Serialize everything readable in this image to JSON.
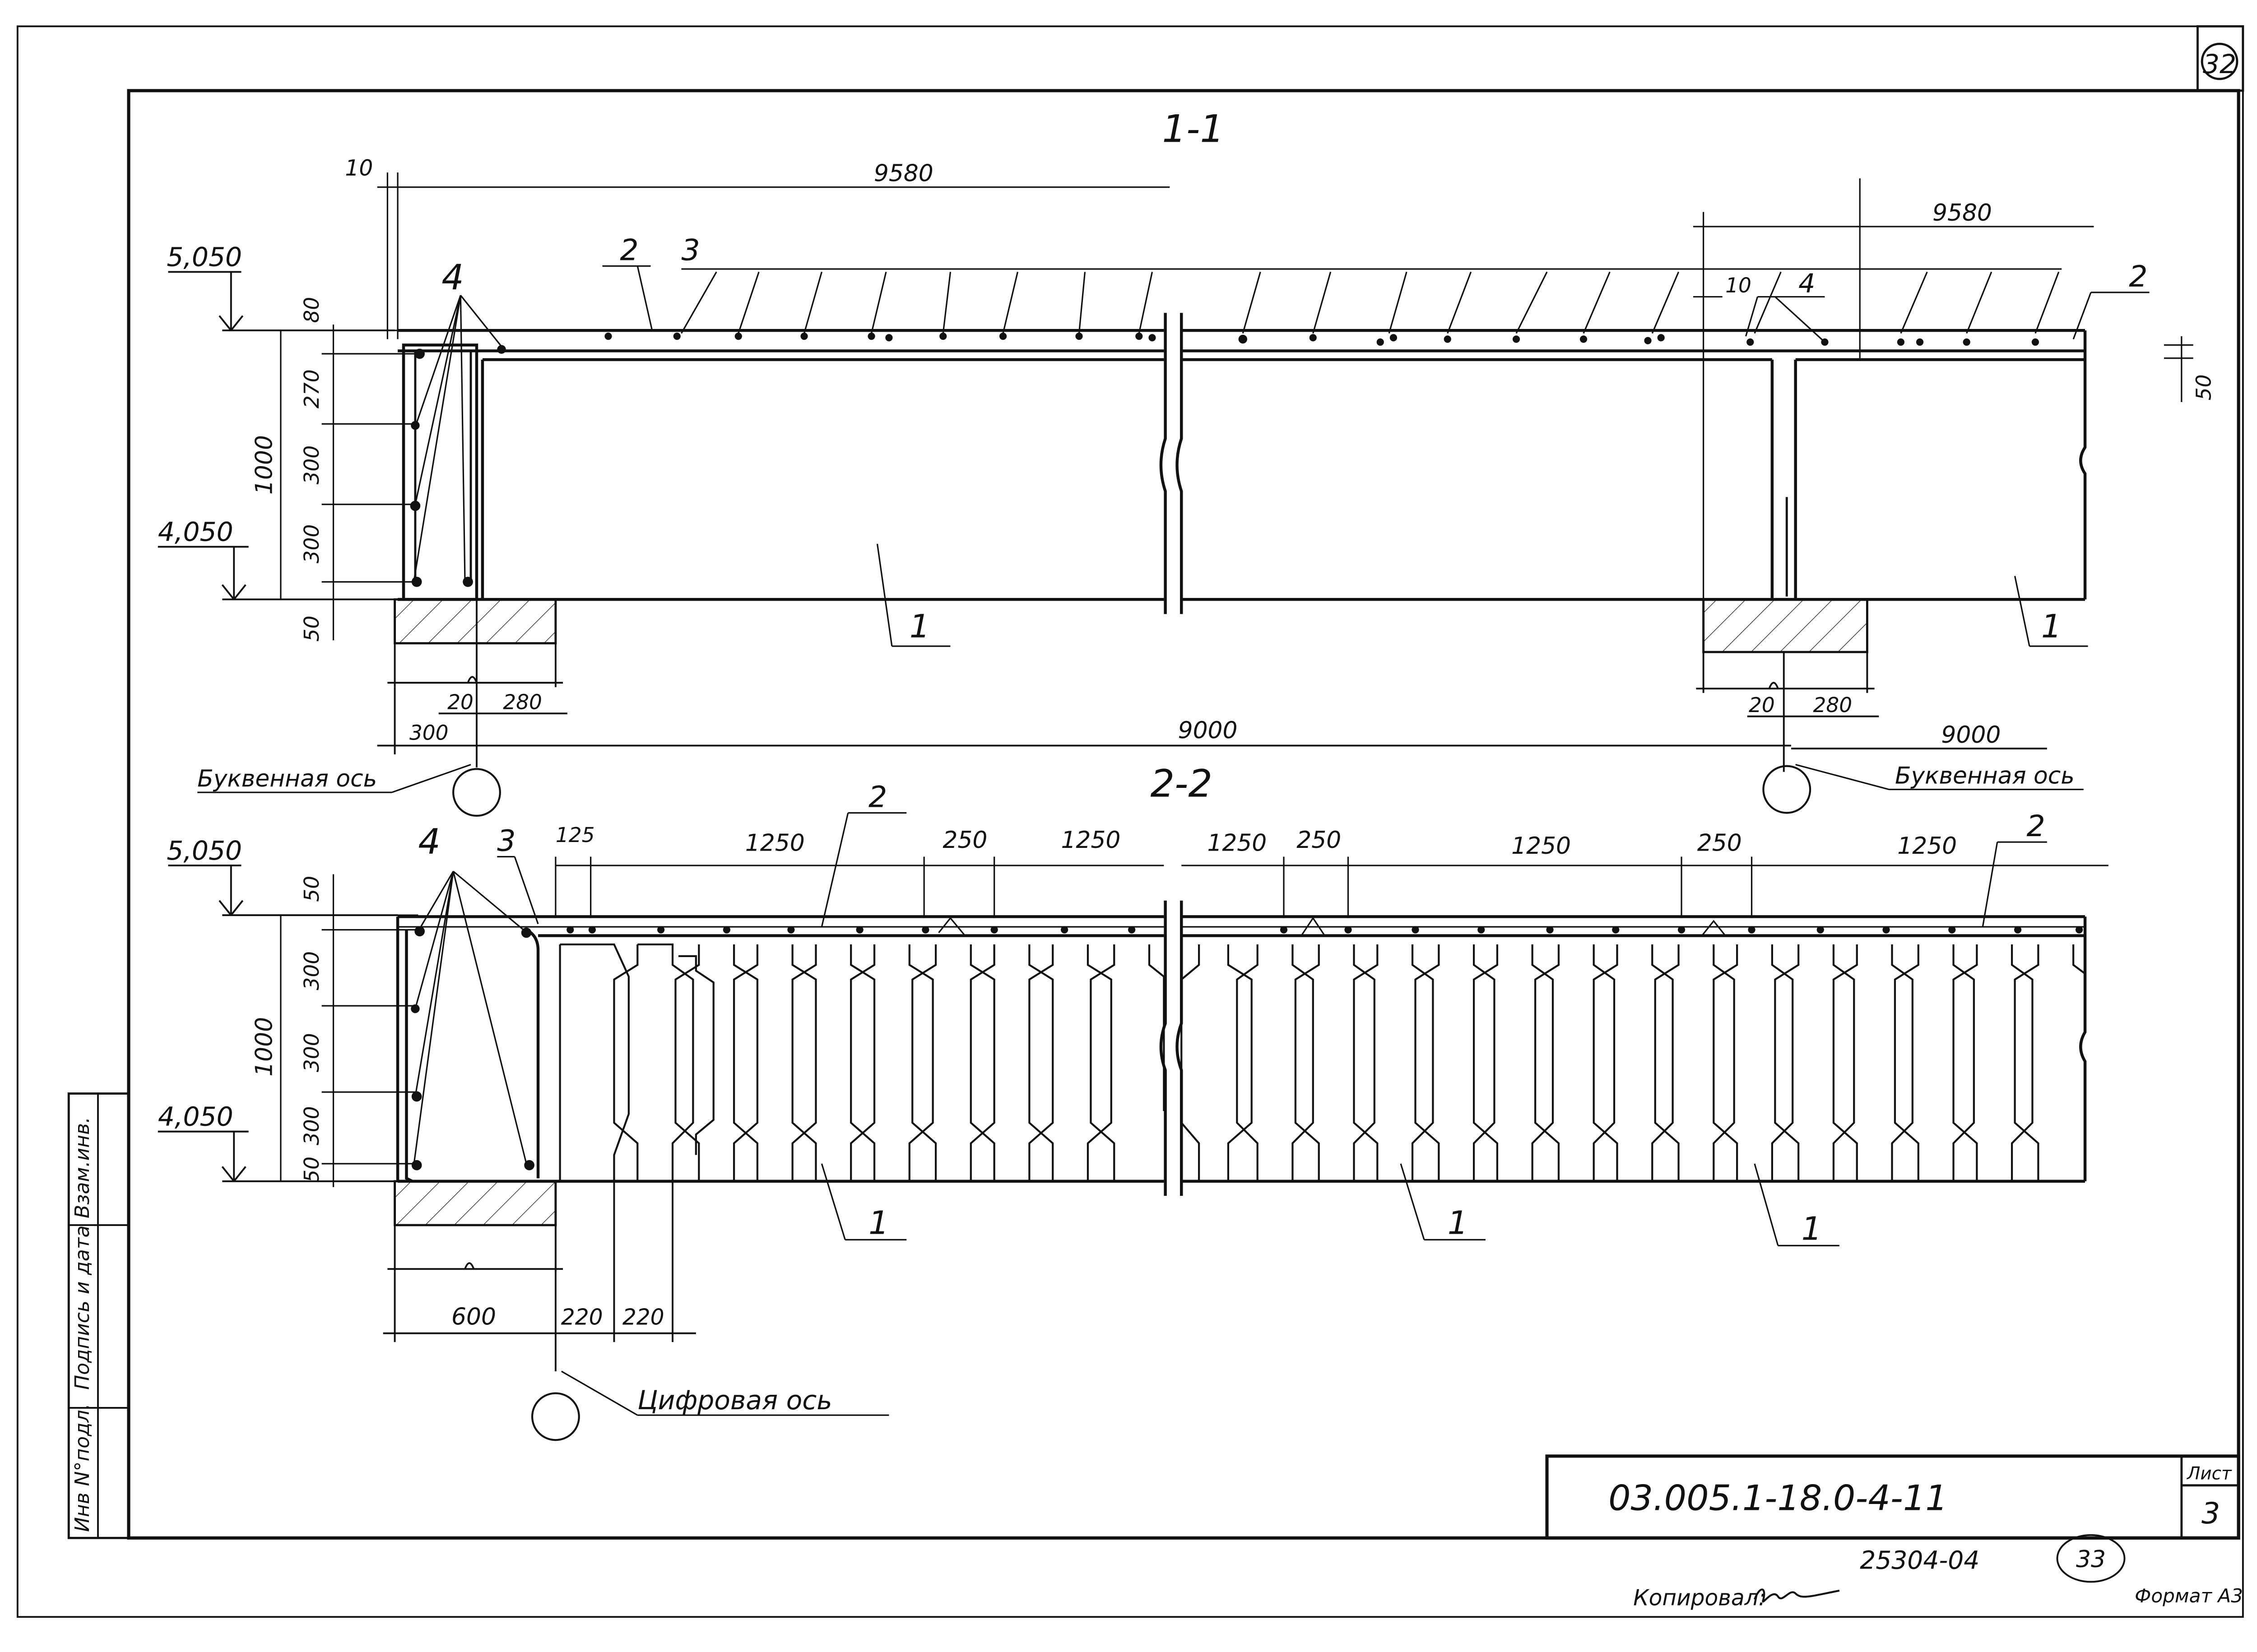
{
  "sheet": {
    "corner_number": "32",
    "code": "03.005.1-18.0-4-11",
    "list_label": "Лист",
    "list_number": "3",
    "inventory": "25304-04",
    "circle_number": "33",
    "copied_by": "Копировал:",
    "format": "Формат А3"
  },
  "side_stamp": {
    "inv_no": "Инв N°подл.",
    "signature_date": "Подпись и дата",
    "replace_inv": "Взам.инв."
  },
  "section_1_1": {
    "title": "1-1",
    "dim_10_left": "10",
    "dim_9580_left": "9580",
    "dim_9580_right": "9580",
    "dim_10_right": "10",
    "level_top": "5,050",
    "level_bottom": "4,050",
    "dim_1000": "1000",
    "dim_80": "80",
    "dim_270": "270",
    "dim_300_a": "300",
    "dim_300_b": "300",
    "dim_50": "50",
    "dim_50_right": "50",
    "callout_2_left": "2",
    "callout_3": "3",
    "callout_4_left": "4",
    "callout_4_right": "4",
    "callout_2_right": "2",
    "callout_1_left": "1",
    "callout_1_right": "1",
    "dim_20_left": "20",
    "dim_280_left": "280",
    "dim_300_bottom": "300",
    "dim_20_right": "20",
    "dim_280_right": "280",
    "dim_9000_left": "9000",
    "dim_9000_right": "9000",
    "axis_left": "Буквенная ось",
    "axis_right": "Буквенная ось"
  },
  "section_2_2": {
    "title": "2-2",
    "level_top": "5,050",
    "level_bottom": "4,050",
    "dim_1000": "1000",
    "dim_50_top": "50",
    "dim_300_a": "300",
    "dim_300_b": "300",
    "dim_300_c": "300",
    "dim_50_bottom": "50",
    "callout_4": "4",
    "callout_3": "3",
    "callout_2_left": "2",
    "callout_2_right": "2",
    "dim_125": "125",
    "dim_1250_a": "1250",
    "dim_250_a": "250",
    "dim_1250_b": "1250",
    "dim_1250_c": "1250",
    "dim_250_b": "250",
    "dim_1250_d": "1250",
    "dim_250_c": "250",
    "dim_1250_e": "1250",
    "callout_1_a": "1",
    "callout_1_b": "1",
    "callout_1_c": "1",
    "dim_600": "600",
    "dim_220_a": "220",
    "dim_220_b": "220",
    "axis_digital": "Цифровая ось"
  }
}
